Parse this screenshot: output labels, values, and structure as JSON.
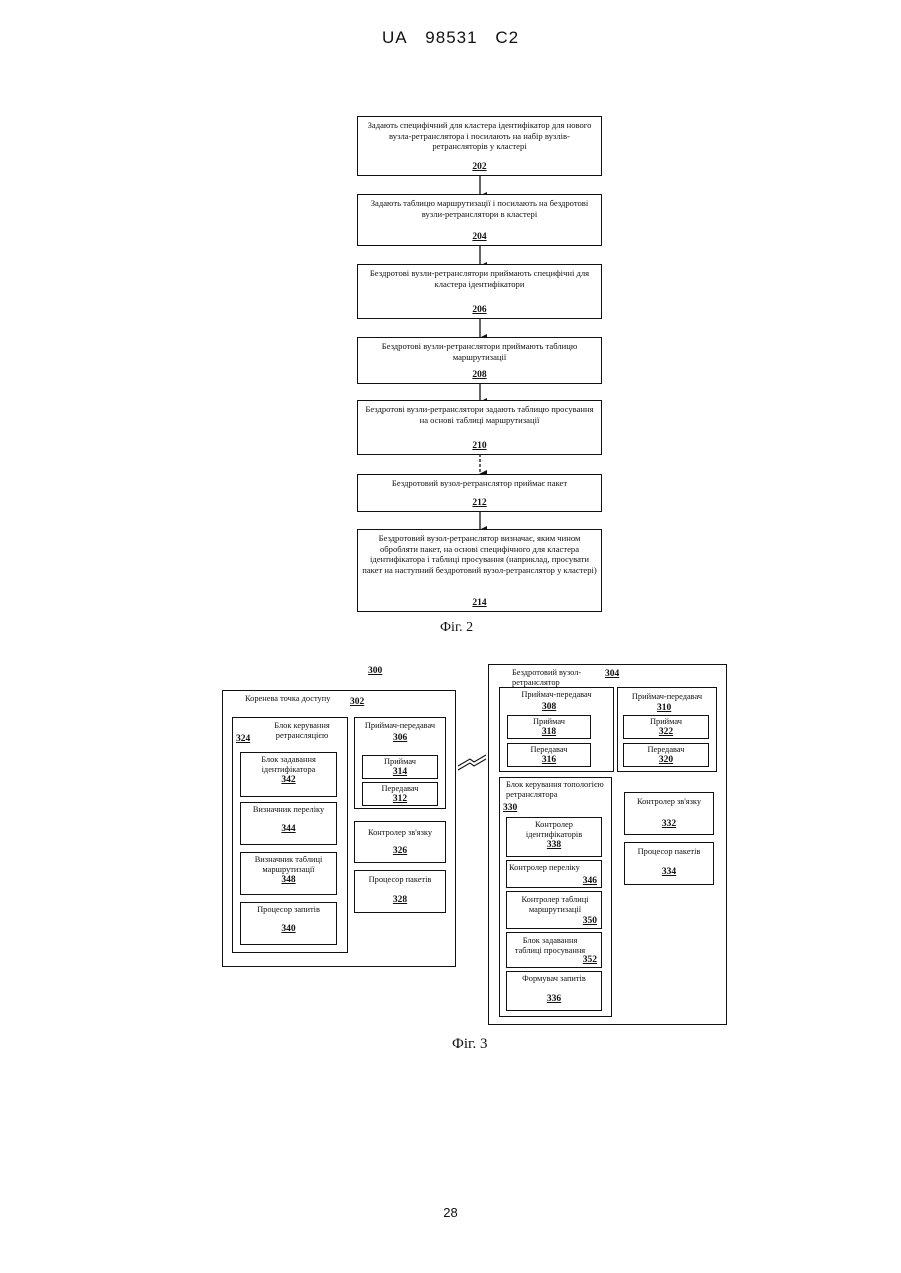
{
  "header": {
    "country": "UA",
    "number": "98531",
    "kind": "C2"
  },
  "fig2": {
    "steps": [
      {
        "text": "Задають специфічний для кластера ідентифікатор для нового вузла-ретранслятора і посилають на набір вузлів-ретрансляторів у кластері",
        "num": "202"
      },
      {
        "text": "Задають таблицю маршрутизації і посилають на бездротові вузли-ретранслятори в кластері",
        "num": "204"
      },
      {
        "text": "Бездротові вузли-ретранслятори приймають специфічні для кластера ідентифікатори",
        "num": "206"
      },
      {
        "text": "Бездротові вузли-ретранслятори приймають таблицю маршрутизації",
        "num": "208"
      },
      {
        "text": "Бездротові вузли-ретранслятори задають таблицю просування на основі таблиці маршрутизації",
        "num": "210"
      },
      {
        "text": "Бездротовий вузол-ретранслятор приймає пакет",
        "num": "212"
      },
      {
        "text": "Бездротовий вузол-ретранслятор визначає, яким чином обробляти пакет, на основі специфічного для кластера ідентифікатора і таблиці просування (наприклад, просувати пакет на наступний бездротовий вузол-ретранслятор у кластері)",
        "num": "214"
      }
    ],
    "caption": "Фіг. 2"
  },
  "fig3": {
    "system_num": "300",
    "root": {
      "title": "Коренева точка доступу",
      "num": "302",
      "relay_ctrl": {
        "title": "Блок керування ретрансляцією",
        "num": "324"
      },
      "id_setter": {
        "title": "Блок задавання ідентифікатора",
        "num": "342"
      },
      "list_det": {
        "title": "Визначник переліку",
        "num": "344"
      },
      "route_det": {
        "title": "Визначник таблиці маршрутизації",
        "num": "348"
      },
      "req_proc": {
        "title": "Процесор запитів",
        "num": "340"
      },
      "transceiver": {
        "title": "Приймач-передавач",
        "num": "306"
      },
      "receiver": {
        "title": "Приймач",
        "num": "314"
      },
      "transmitter": {
        "title": "Передавач",
        "num": "312"
      },
      "link_ctrl": {
        "title": "Контролер зв'язку",
        "num": "326"
      },
      "packet_proc": {
        "title": "Процесор пакетів",
        "num": "328"
      }
    },
    "node": {
      "title": "Бездротовий вузол-ретранслятор",
      "num": "304",
      "trx1": {
        "title": "Приймач-передавач",
        "num": "308"
      },
      "rx1": {
        "title": "Приймач",
        "num": "318"
      },
      "tx1": {
        "title": "Передавач",
        "num": "316"
      },
      "trx2": {
        "title": "Приймач-передавач",
        "num": "310"
      },
      "rx2": {
        "title": "Приймач",
        "num": "322"
      },
      "tx2": {
        "title": "Передавач",
        "num": "320"
      },
      "topo": {
        "title": "Блок керування топологією ретранслятора",
        "num": "330"
      },
      "id_ctrl": {
        "title": "Контролер ідентифікаторів",
        "num": "338"
      },
      "list_ctrl": {
        "title": "Контролер переліку",
        "num": "346"
      },
      "route_ctrl": {
        "title": "Контролер таблиці маршрутизації",
        "num": "350"
      },
      "fwd_setter": {
        "title": "Блок задавання таблиці просування",
        "num": "352"
      },
      "req_former": {
        "title": "Формувач запитів",
        "num": "336"
      },
      "link_ctrl": {
        "title": "Контролер зв'язку",
        "num": "332"
      },
      "packet_proc": {
        "title": "Процесор пакетів",
        "num": "334"
      }
    },
    "caption": "Фіг. 3"
  },
  "page_number": "28"
}
